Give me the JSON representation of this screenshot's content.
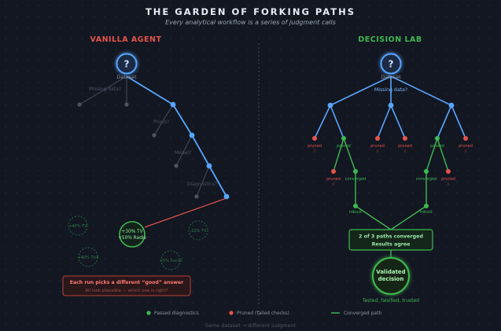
{
  "header": {
    "title": "THE GARDEN OF FORKING PATHS",
    "subtitle": "Every analytical workflow is a series of judgment calls"
  },
  "left_panel": {
    "title": "VANILLA AGENT",
    "root_glyph": "?",
    "root_label": "Dataset",
    "labels": {
      "missing": "Missing data?",
      "priors": "Priors?",
      "model": "Model?",
      "diagnostics": "Diagnostics?"
    },
    "main_answer": [
      "+30% TV",
      "+50% Radio"
    ],
    "ghost_answers": [
      "+40% TV",
      "-20% TV",
      "+40% Tick",
      "+5% Social"
    ],
    "callout_title": "Each run picks a different “good” answer",
    "callout_sub": "All look plausible — which one is right?"
  },
  "right_panel": {
    "title": "DECISION LAB",
    "root_glyph": "?",
    "root_label": "Dataset",
    "question": "Missing data?",
    "labels": {
      "pruned": "pruned",
      "passed": "passed",
      "converged": "converged",
      "robust": "robust",
      "x": "X"
    },
    "summary_line1": "2 of 3 paths converged",
    "summary_line2": "Results agree",
    "result_line1": "Validated",
    "result_line2": "decision",
    "tagline": "Tested, falsified, trusted"
  },
  "legend": {
    "passed": "Passed diagnostics",
    "pruned": "Pruned (failed checks)",
    "converged": "Converged path"
  },
  "footer": "Same dataset → different judgment",
  "colors": {
    "background": "#131722",
    "blue": "#58a6ff",
    "green": "#3fb950",
    "red": "#e5534b",
    "grey": "#6e7681"
  }
}
